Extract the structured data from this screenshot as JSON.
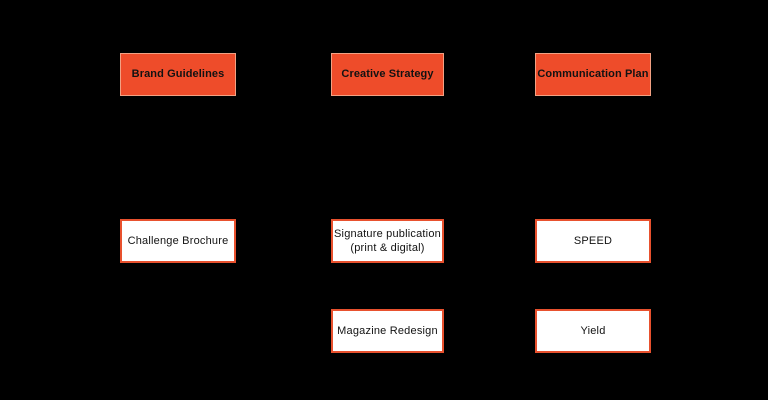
{
  "colors": {
    "background": "#000000",
    "orange_fill": "#ee4c2a",
    "orange_border": "#f2a183",
    "white_fill": "#ffffff",
    "white_border": "#e8512e",
    "text": "#121212"
  },
  "diagram": {
    "columns": [
      {
        "header": {
          "label": "Brand Guidelines"
        },
        "items": [
          {
            "label": "Challenge Brochure"
          }
        ]
      },
      {
        "header": {
          "label": "Creative Strategy"
        },
        "items": [
          {
            "label": "Signature publication",
            "label_line2": "(print & digital)"
          },
          {
            "label": "Magazine Redesign"
          }
        ]
      },
      {
        "header": {
          "label": "Communication Plan"
        },
        "items": [
          {
            "label": "SPEED"
          },
          {
            "label": "Yield"
          }
        ]
      }
    ]
  }
}
